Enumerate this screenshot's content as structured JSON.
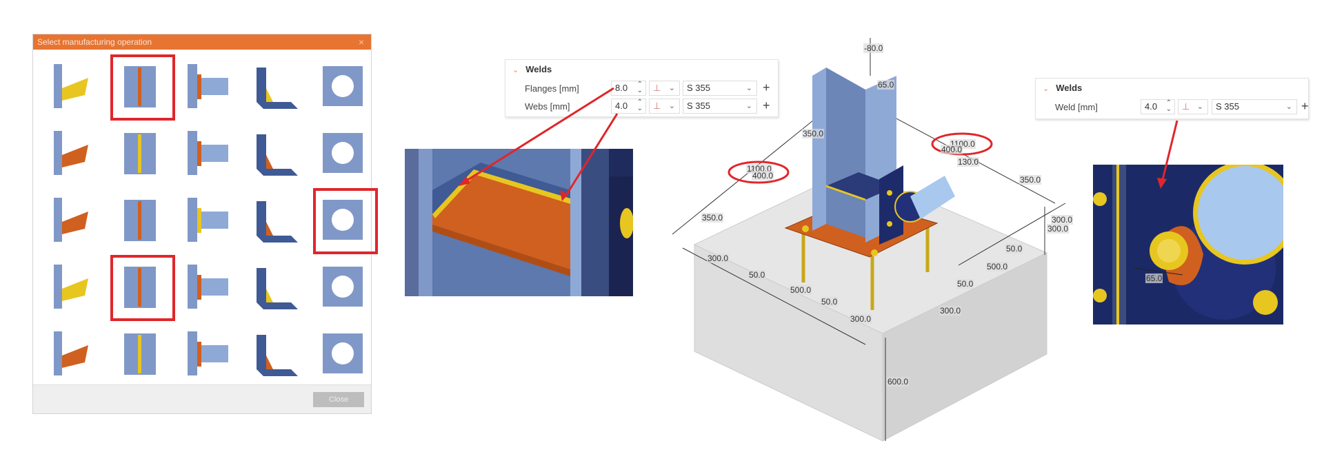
{
  "dialog": {
    "title": "Select manufacturing operation",
    "close_icon": "×",
    "close_label": "Close",
    "tiles": [
      {
        "name": "beam-to-column-angle",
        "selected": false
      },
      {
        "name": "plate-with-weld",
        "selected": true
      },
      {
        "name": "end-plate-beam",
        "selected": false
      },
      {
        "name": "stiffener-corner",
        "selected": false
      },
      {
        "name": "plate-with-hole",
        "selected": false
      },
      {
        "name": "bolted-column-beam",
        "selected": false
      },
      {
        "name": "beam-splice-bolted",
        "selected": false
      },
      {
        "name": "column-splice",
        "selected": false
      },
      {
        "name": "bolted-flange-plate",
        "selected": false
      },
      {
        "name": "bolted-beam-flange",
        "selected": false
      },
      {
        "name": "diagonal-bracing",
        "selected": false
      },
      {
        "name": "gusset-pipe",
        "selected": false
      },
      {
        "name": "column-bolted-plate",
        "selected": false
      },
      {
        "name": "fin-plate-bolted",
        "selected": false
      },
      {
        "name": "base-plate-anchors",
        "selected": true
      },
      {
        "name": "pipe-elbow",
        "selected": false
      },
      {
        "name": "plate-weld-area",
        "selected": true
      },
      {
        "name": "beam-cutout",
        "selected": false
      },
      {
        "name": "bolted-plate-angled",
        "selected": false
      },
      {
        "name": "flange-weld",
        "selected": false
      },
      {
        "name": "grout-base",
        "selected": false
      },
      {
        "name": "pipe-opening",
        "selected": false
      },
      {
        "name": "haunch-beam",
        "selected": false
      },
      {
        "name": "truss-node",
        "selected": false
      },
      {
        "name": "column-bracket",
        "selected": false
      }
    ]
  },
  "welds_panel_1": {
    "title": "Welds",
    "rows": [
      {
        "label": "Flanges [mm]",
        "value": "8.0",
        "material": "S 355"
      },
      {
        "label": "Webs [mm]",
        "value": "4.0",
        "material": "S 355"
      }
    ]
  },
  "welds_panel_2": {
    "title": "Welds",
    "rows": [
      {
        "label": "Weld [mm]",
        "value": "4.0",
        "material": "S 355"
      }
    ]
  },
  "model": {
    "dims": [
      "-80.0",
      "65.0",
      "350.0",
      "1100.0",
      "400.0",
      "350.0",
      "300.0",
      "50.0",
      "500.0",
      "50.0",
      "300.0",
      "1100.0",
      "400.0",
      "130.0",
      "350.0",
      "300.0",
      "300.0",
      "50.0",
      "500.0",
      "50.0",
      "300.0",
      "600.0"
    ],
    "detail_dim": "65.0"
  },
  "colors": {
    "accent": "#e87432",
    "highlight": "#e0262b",
    "steel": "#7f98c7",
    "plate": "#d0601f",
    "weld": "#e8c620"
  }
}
